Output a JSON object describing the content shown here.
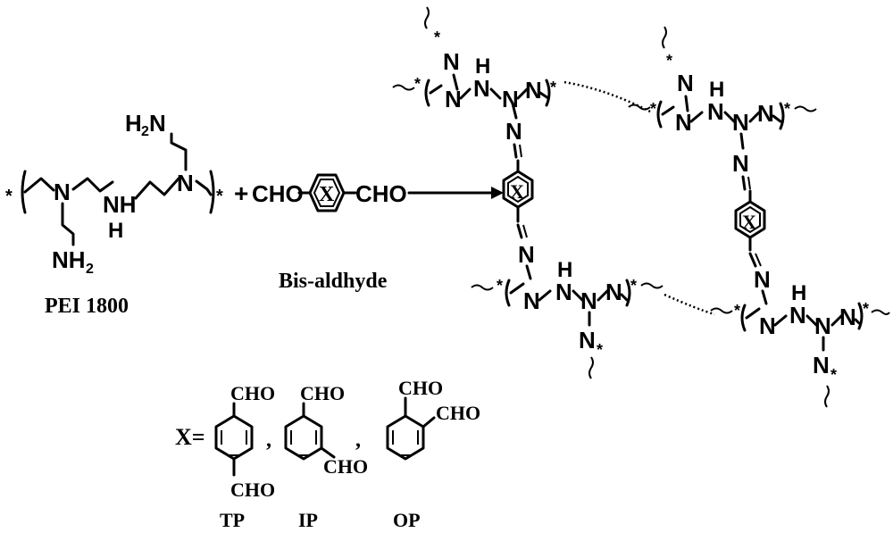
{
  "pei": {
    "star_left": "*",
    "star_right": "*",
    "n1": "N",
    "nh": "NH",
    "nh_h": "H",
    "n2": "N",
    "h2n_h2": "H",
    "h2n_sub": "2",
    "h2n_n": "N",
    "nh2_n": "NH",
    "nh2_sub": "2",
    "caption": "PEI 1800"
  },
  "reaction": {
    "plus": "+",
    "cho_left": "CHO",
    "x_label": "X",
    "cho_right": "CHO",
    "reagent_caption": "Bis-aldhyde"
  },
  "network": {
    "atom_n": "N",
    "atom_h": "H",
    "atom_x": "X",
    "star": "*"
  },
  "options": {
    "prefix": "X=",
    "comma": ",",
    "cho": "CHO",
    "tp_label": "TP",
    "ip_label": "IP",
    "op_label": "OP"
  }
}
